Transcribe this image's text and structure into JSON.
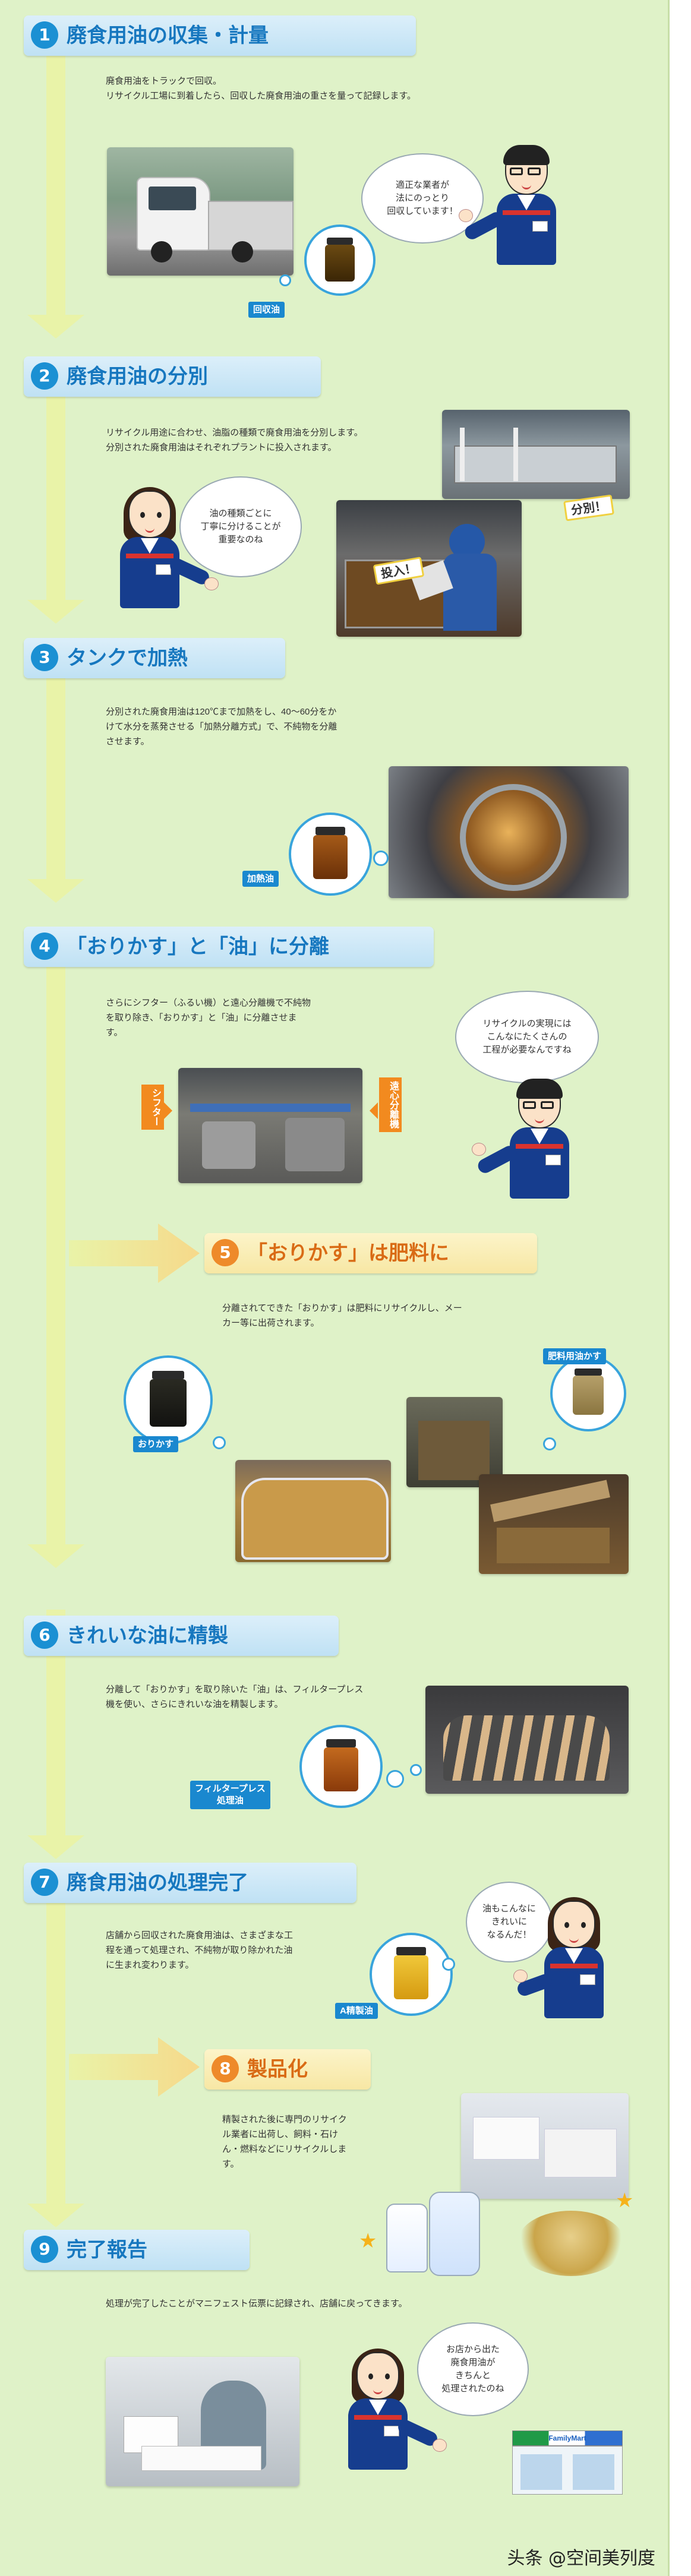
{
  "steps": [
    {
      "num": "1",
      "title": "廃食用油の収集・計量",
      "desc": "廃食用油をトラックで回収。\nリサイクル工場に到着したら、回収した廃食用油の重さを量って記録します。",
      "jar_label": "回収油",
      "speech": "適正な業者が\n法にのっとり\n回収しています！"
    },
    {
      "num": "2",
      "title": "廃食用油の分別",
      "desc": "リサイクル用途に合わせ、油脂の種類で廃食用油を分別します。\n分別された廃食用油はそれぞれプラントに投入されます。",
      "speech": "油の種類ごとに\n丁寧に分けることが\n重要なのね",
      "stamp_a": "分別！",
      "stamp_b": "投入！"
    },
    {
      "num": "3",
      "title": "タンクで加熱",
      "desc": "分別された廃食用油は120℃まで加熱をし、40〜60分をか\nけて水分を蒸発させる「加熱分離方式」で、不純物を分離\nさせます。",
      "jar_label": "加熱油"
    },
    {
      "num": "4",
      "title": "「おりかす」と「油」に分離",
      "desc": "さらにシフター（ふるい機）と遠心分離機で不純物\nを取り除き、「おりかす」と「油」に分離させま\nす。",
      "label_left": "シフター",
      "label_right": "遠心分離機",
      "speech": "リサイクルの実現には\nこんなにたくさんの\n工程が必要なんですね"
    },
    {
      "num": "5",
      "title": "「おりかす」は肥料に",
      "desc": "分離されてできた「おりかす」は肥料にリサイクルし、メー\nカー等に出荷されます。",
      "jar_label": "おりかす",
      "tag": "肥料用油かす"
    },
    {
      "num": "6",
      "title": "きれいな油に精製",
      "desc": "分離して「おりかす」を取り除いた「油」は、フィルタープレス\n機を使い、さらにきれいな油を精製します。",
      "jar_label": "フィルタープレス\n処理油"
    },
    {
      "num": "7",
      "title": "廃食用油の処理完了",
      "desc": "店舗から回収された廃食用油は、さまざまな工\n程を通って処理され、不純物が取り除かれた油\nに生まれ変わります。",
      "jar_label": "A精製油",
      "speech": "油もこんなに\nきれいに\nなるんだ！"
    },
    {
      "num": "8",
      "title": "製品化",
      "desc": "精製された後に専門のリサイク\nル業者に出荷し、飼料・石け\nん・燃料などにリサイクルしま\nす。"
    },
    {
      "num": "9",
      "title": "完了報告",
      "desc": "処理が完了したことがマニフェスト伝票に記録され、店舗に戻ってきます。",
      "speech": "お店から出た\n廃食用油が\nきちんと\n処理されたのね",
      "store_sign": "FamilyMart"
    }
  ],
  "watermark": "头条 @空间美列度",
  "colors": {
    "blue": "#1b90d3",
    "orange": "#ee8a2a",
    "bg": "#dff2c8"
  }
}
